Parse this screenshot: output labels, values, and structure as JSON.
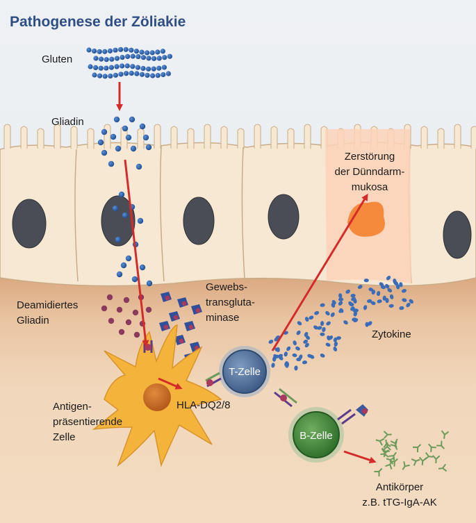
{
  "title": "Pathogenese der Zöliakie",
  "labels": {
    "gluten": "Gluten",
    "gliadin": "Gliadin",
    "deamidated_1": "Deamidiertes",
    "deamidated_2": "Gliadin",
    "transglut_1": "Gewebs-",
    "transglut_2": "transgluta-",
    "transglut_3": "minase",
    "destruction_1": "Zerstörung",
    "destruction_2": "der Dünndarm-",
    "destruction_3": "mukosa",
    "cytokines": "Zytokine",
    "apc_1": "Antigen-",
    "apc_2": "präsentierende",
    "apc_3": "Zelle",
    "hla": "HLA-DQ2/8",
    "tcell": "T-Zelle",
    "bcell": "B-Zelle",
    "antibody_1": "Antikörper",
    "antibody_2": "z.B. tTG-IgA-AK"
  },
  "colors": {
    "title": "#2f4f84",
    "arrow": "#d42a2a",
    "gliadin": "#2a5aa6",
    "deamidated": "#8a3a5c",
    "tcell": "#56739c",
    "bcell": "#3f8a3a",
    "apc": "#f4b43c",
    "epithelium": "#f6e8d2",
    "nucleus": "#4a4d55",
    "damaged_cell": "#fbd2b8"
  }
}
